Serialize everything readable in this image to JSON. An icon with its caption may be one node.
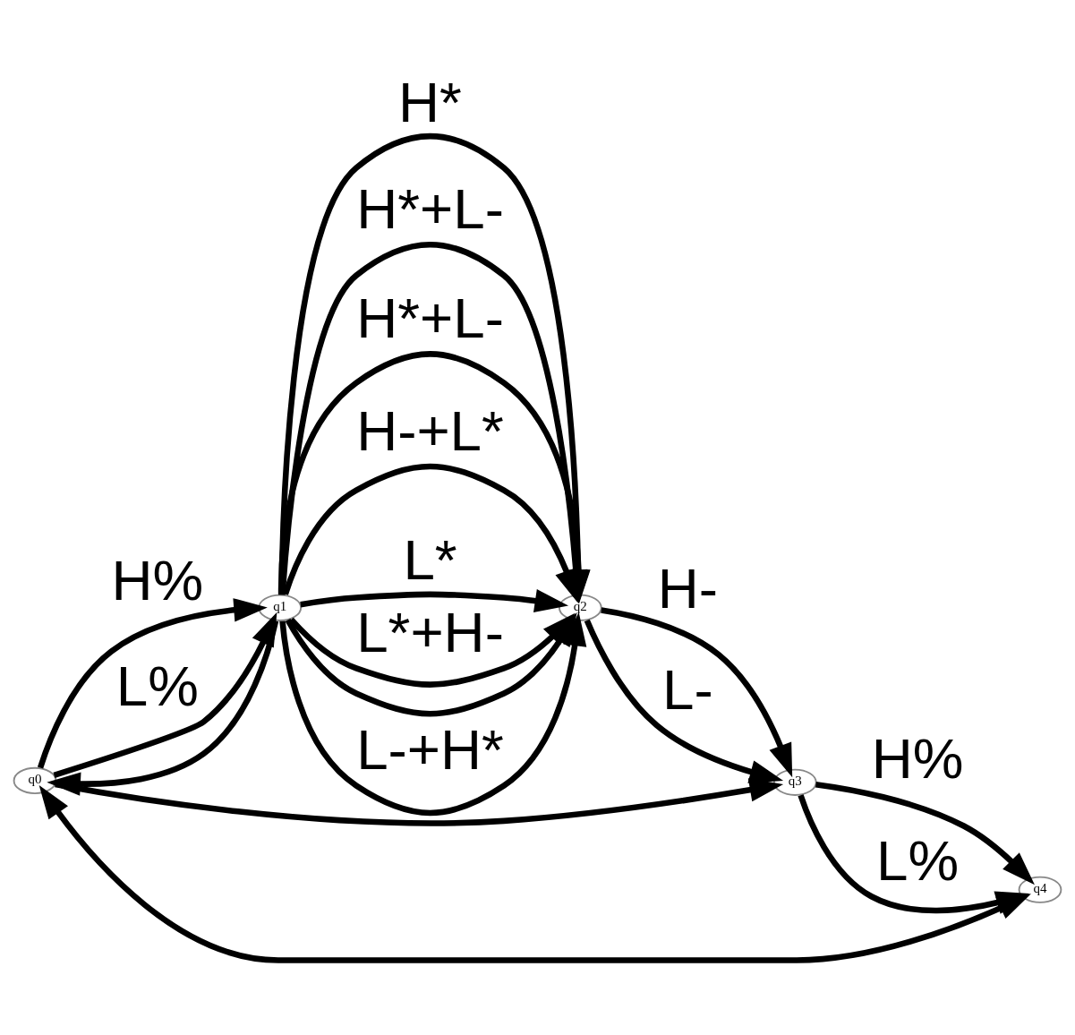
{
  "diagram": {
    "nodes": [
      {
        "text": [
          "q0"
        ]
      },
      {
        "text": [
          "q1"
        ]
      },
      {
        "text": [
          "q2"
        ]
      },
      {
        "text": [
          "q3"
        ]
      },
      {
        "text": [
          "q4"
        ]
      }
    ],
    "edges": [
      {
        "from": 0,
        "to": 1,
        "arrow": "to",
        "label": "H%"
      },
      {
        "from": 0,
        "to": 1,
        "arrow": "to",
        "label": "L%"
      },
      {
        "from": 1,
        "to": 0,
        "arrow": "to"
      },
      {
        "from": 1,
        "to": 2,
        "arrow": "to",
        "label": "H*"
      },
      {
        "from": 1,
        "to": 2,
        "arrow": "to",
        "label": "H*+L-"
      },
      {
        "from": 1,
        "to": 2,
        "arrow": "to",
        "label": "H*+L-"
      },
      {
        "from": 1,
        "to": 2,
        "arrow": "to",
        "label": "H-+L*"
      },
      {
        "from": 1,
        "to": 2,
        "arrow": "to",
        "label": "L*"
      },
      {
        "from": 1,
        "to": 2,
        "arrow": "to",
        "label": "L*+H-"
      },
      {
        "from": 1,
        "to": 2,
        "arrow": "to"
      },
      {
        "from": 1,
        "to": 2,
        "arrow": "to",
        "label": "L-+H*"
      },
      {
        "from": 2,
        "to": 3,
        "arrow": "to",
        "label": "H-"
      },
      {
        "from": 2,
        "to": 3,
        "arrow": "to",
        "label": "L-"
      },
      {
        "from": 0,
        "to": 3,
        "arrow": "to"
      },
      {
        "from": 3,
        "to": 4,
        "arrow": "to",
        "label": "H%"
      },
      {
        "from": 3,
        "to": 4,
        "arrow": "to",
        "label": "L%"
      },
      {
        "from": 0,
        "to": 4,
        "arrow": "both"
      }
    ]
  }
}
